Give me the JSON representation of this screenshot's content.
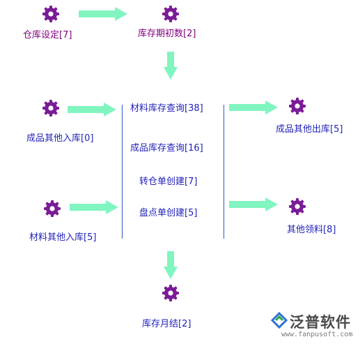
{
  "nodes": {
    "warehouse_setup": "仓库设定[7]",
    "opening_inventory": "库存期初数[2]",
    "finished_other_in": "成品其他入库[0]",
    "material_other_in": "材料其他入库[5]",
    "material_inventory_query": "材料库存查询[38]",
    "finished_inventory_query": "成品库存查询[16]",
    "transfer_create": "转仓单创建[7]",
    "stocktake_create": "盘点单创建[5]",
    "finished_other_out": "成品其他出库[5]",
    "other_material_issue": "其他领料[8]",
    "monthly_close": "库存月结[2]"
  },
  "logo": {
    "brand": "泛普软件",
    "url": "www.fanpusoft.com"
  },
  "colors": {
    "arrow": "#80f5c0",
    "gear": "#7a1c98",
    "gear_center": "#ffffff",
    "purple_text": "#800080",
    "blue_text": "#1f1fb8",
    "divider": "#2f55c8"
  },
  "icons": {
    "node": "gear-icon",
    "flow": "arrow-icon",
    "logo": "fanpu-logo-icon"
  }
}
